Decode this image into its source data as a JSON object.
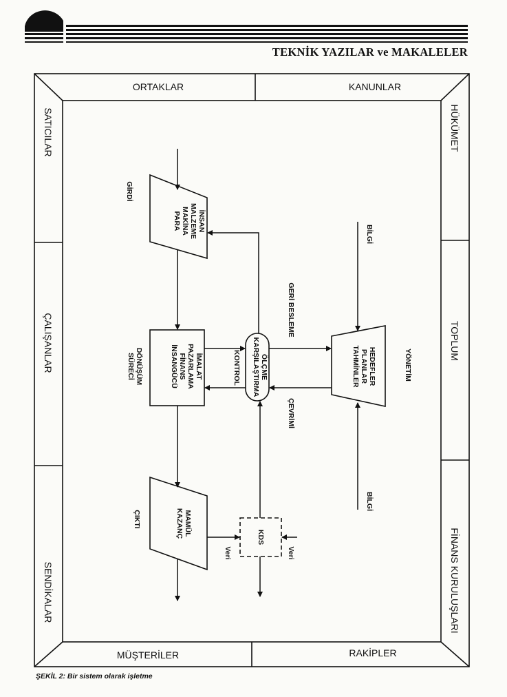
{
  "header": {
    "title": "TEKNİK YAZILAR ve MAKALELER"
  },
  "frame": {
    "top_left": "ORTAKLAR",
    "top_right": "KANUNLAR",
    "bottom_left": "MÜŞTERİLER",
    "bottom_right": "RAKİPLER",
    "left_1": "SATICILAR",
    "left_2": "ÇALIŞANLAR",
    "left_3": "SENDİKALAR",
    "right_1": "HÜKÜMET",
    "right_2": "TOPLUM",
    "right_3": "FİNANS KURULUŞLARI"
  },
  "diagram": {
    "input_label": "GİRDİ",
    "input_lines": [
      "İNSAN",
      "MALZEME",
      "MAKİNA",
      "PARA"
    ],
    "process_label_1": "DÖNÜŞÜM",
    "process_label_2": "SÜRECİ",
    "process_lines": [
      "İMALAT",
      "PAZARLAMA",
      "FİNANS",
      "İNSANGÜCÜ"
    ],
    "output_label": "ÇIKTI",
    "output_lines": [
      "MAMÜL",
      "KAZANÇ"
    ],
    "compare_lines": [
      "ÖLÇME",
      "KARŞILAŞTIRMA"
    ],
    "control_label": "KONTROL",
    "feedback_label": "GERİ BESLEME",
    "loop_label": "ÇEVRİMİ",
    "management_label": "YÖNETİM",
    "management_lines": [
      "HEDEFLER",
      "PLANLAR",
      "TAHMİNLER"
    ],
    "info_top": "BİLGİ",
    "info_bottom": "BİLGİ",
    "kds_label": "KDS",
    "data_left": "Veri",
    "data_right": "Veri"
  },
  "caption": "ŞEKİL 2: Bir sistem olarak işletme"
}
